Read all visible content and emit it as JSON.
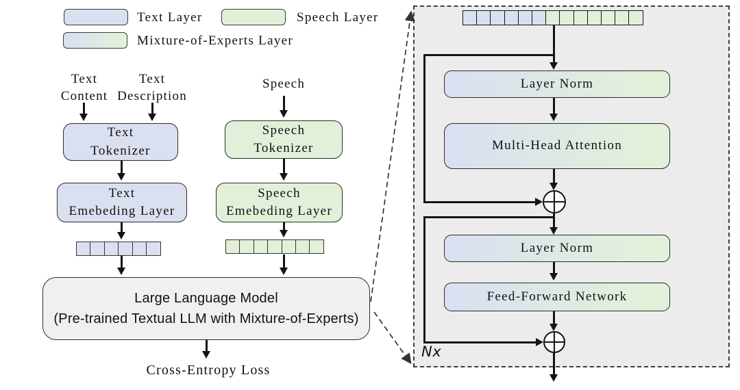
{
  "colors": {
    "text_layer_fill": "#dbe0f0",
    "speech_layer_fill": "#e2f0da",
    "panel_bg": "#ececec",
    "llm_fill": "#f0f0f0",
    "line": "#141414",
    "border": "#2b2b2b"
  },
  "legend": {
    "text_layer": "Text Layer",
    "speech_layer": "Speech Layer",
    "moe_layer": "Mixture-of-Experts Layer"
  },
  "pipeline": {
    "text_input_1": {
      "line1": "Text",
      "line2": "Content"
    },
    "text_input_2": {
      "line1": "Text",
      "line2": "Description"
    },
    "speech_input": "Speech",
    "text_tokenizer": {
      "line1": "Text",
      "line2": "Tokenizer"
    },
    "speech_tokenizer": {
      "line1": "Speech",
      "line2": "Tokenizer"
    },
    "text_embedding": {
      "line1": "Text",
      "line2": "Emebeding Layer"
    },
    "speech_embedding": {
      "line1": "Speech",
      "line2": "Emebeding Layer"
    },
    "llm": {
      "line1": "Large Language Model",
      "line2": "(Pre-trained Textual LLM with Mixture-of-Experts)"
    },
    "loss_label": "Cross-Entropy Loss"
  },
  "detail": {
    "layer_norm_1": "Layer Norm",
    "attention": "Multi-Head Attention",
    "layer_norm_2": "Layer Norm",
    "ffn": "Feed-Forward Network",
    "repeat_label": "Nx"
  },
  "token_rows": {
    "text": [
      {
        "count": 6,
        "style": "fill-text"
      }
    ],
    "speech": [
      {
        "count": 7,
        "style": "fill-speech"
      }
    ],
    "detail": [
      {
        "count": 6,
        "style": "fill-text"
      },
      {
        "count": 7,
        "style": "fill-speech"
      }
    ]
  }
}
